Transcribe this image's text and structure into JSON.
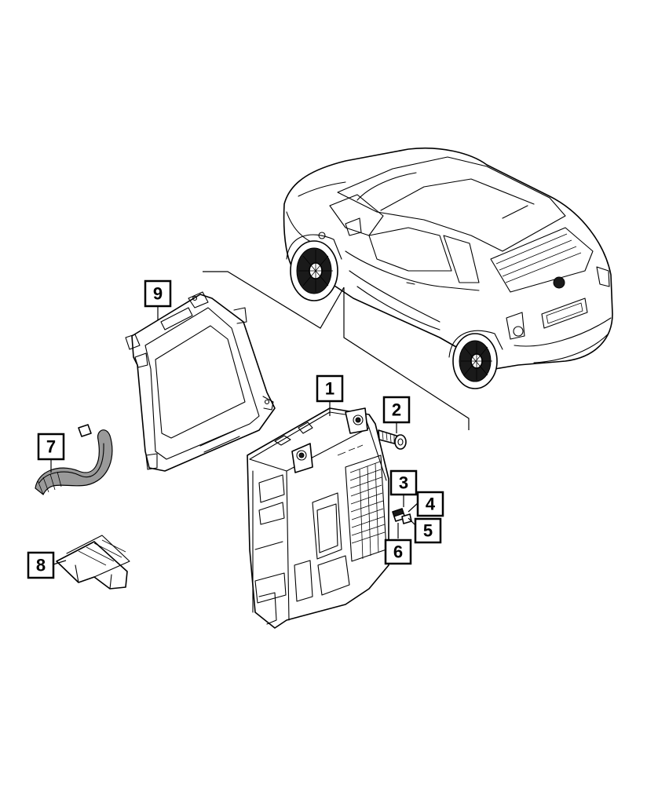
{
  "callouts": {
    "c1": "1",
    "c2": "2",
    "c3": "3",
    "c4": "4",
    "c5": "5",
    "c6": "6",
    "c7": "7",
    "c8": "8",
    "c9": "9"
  },
  "colors": {
    "line": "#000000",
    "background": "#ffffff",
    "band": "#9a9a9a"
  }
}
